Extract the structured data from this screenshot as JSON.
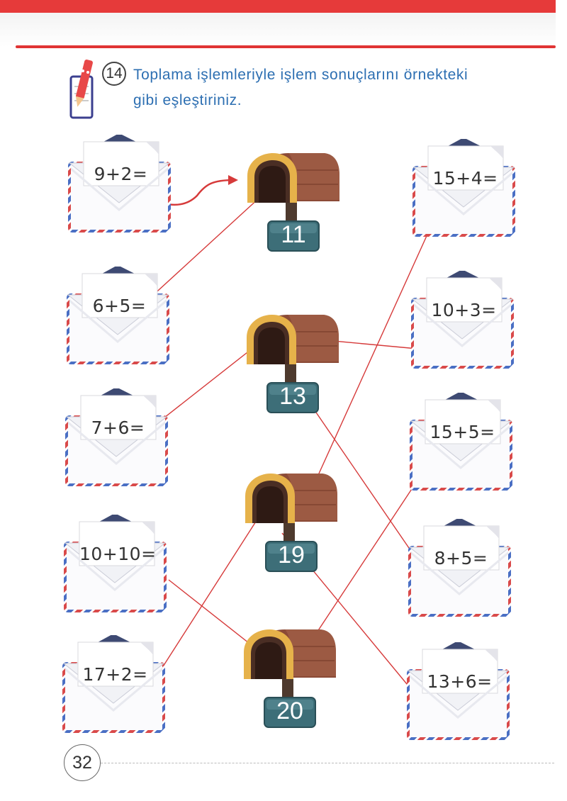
{
  "question": {
    "number": "14",
    "instruction_line1": "Toplama işlemleriyle işlem sonuçlarını örnekteki",
    "instruction_line2": "gibi eşleştiriniz."
  },
  "left_envelopes": [
    "9+2=",
    "6+5=",
    "7+6=",
    "10+10=",
    "17+2="
  ],
  "right_envelopes": [
    "15+4=",
    "10+3=",
    "15+5=",
    "8+5=",
    "13+6="
  ],
  "mailboxes": [
    "11",
    "13",
    "19",
    "20"
  ],
  "page_number": "32",
  "colors": {
    "accent_red": "#e63a3a",
    "instruction_blue": "#2d6fb2",
    "line_red": "#d63a3a",
    "mailbox_label": "#3d6e78"
  }
}
